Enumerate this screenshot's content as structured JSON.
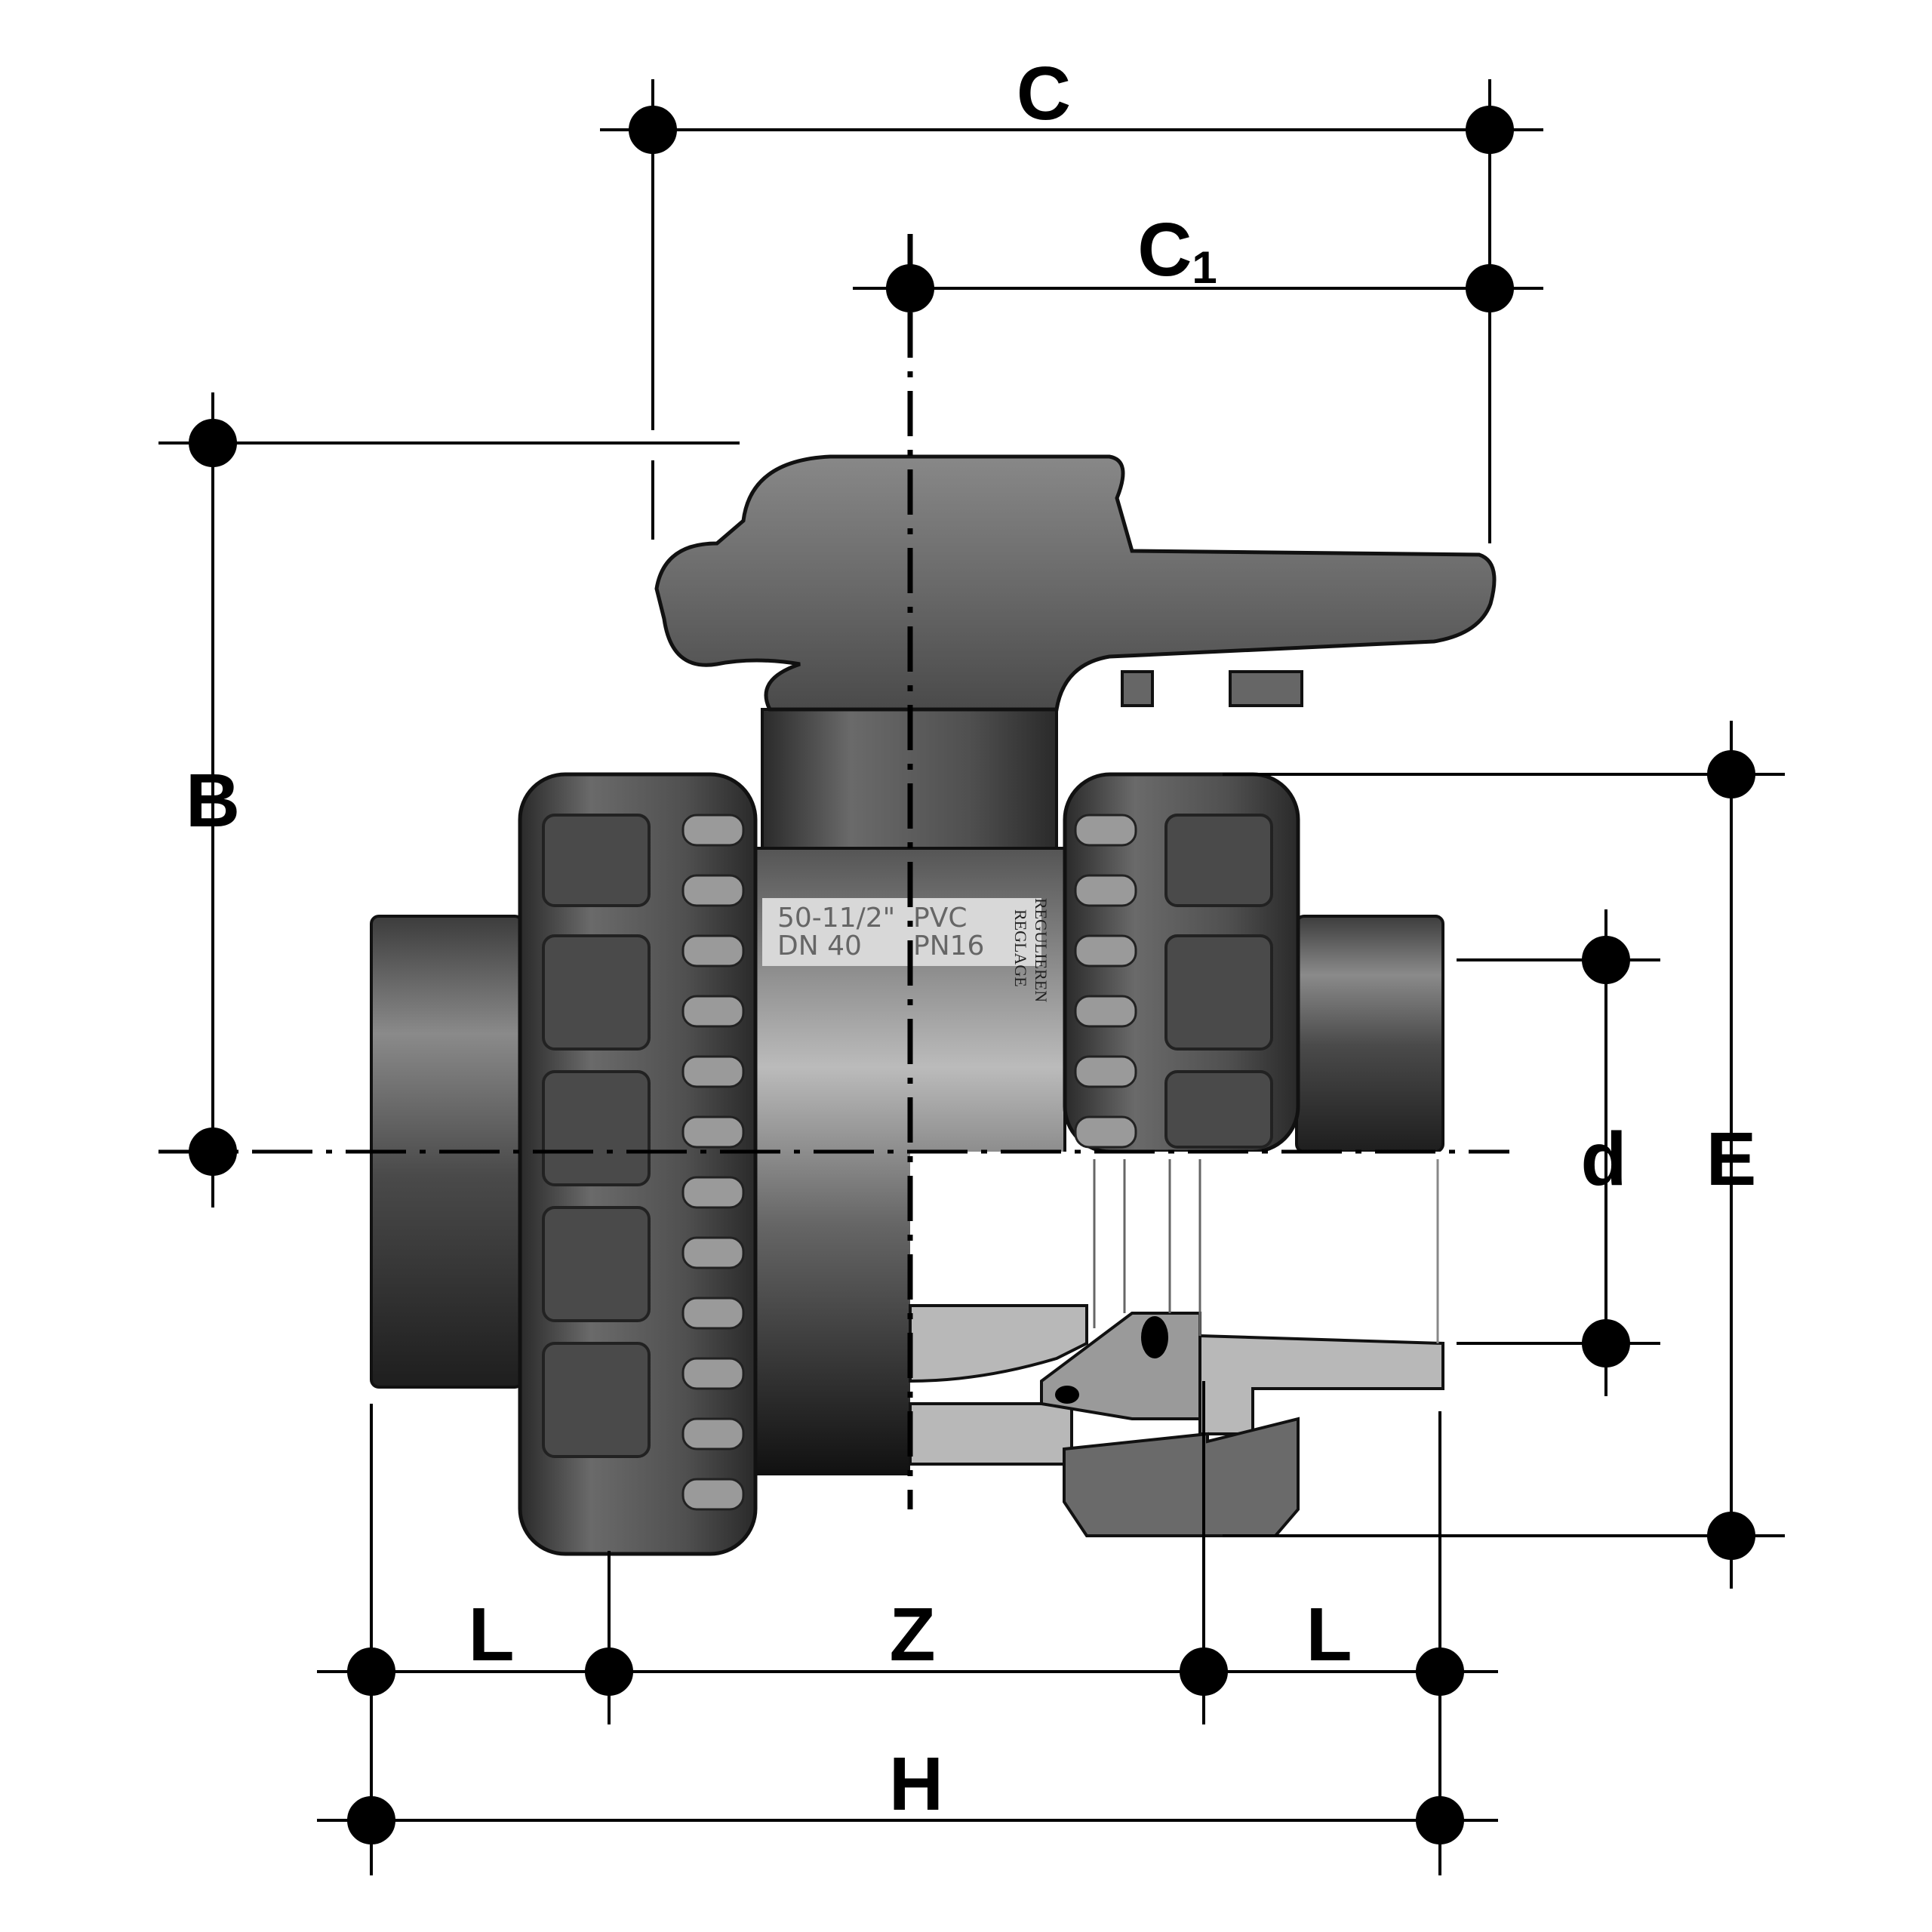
{
  "dimensions": {
    "C": "C",
    "C1_main": "C",
    "C1_sub": "1",
    "B": "B",
    "d": "d",
    "E": "E",
    "L_left": "L",
    "Z": "Z",
    "L_right": "L",
    "H": "H"
  },
  "body_marking": {
    "line1_left": "50-11/2\"",
    "line1_right": "PVC",
    "line2_left": "DN 40",
    "line2_right": "PN16",
    "vertical1": "REGULIEREN",
    "vertical2": "REGLAGE"
  },
  "colors": {
    "body": "#5a5a5a",
    "handle": "#6e6e6e",
    "section": "#b8b8b8"
  }
}
